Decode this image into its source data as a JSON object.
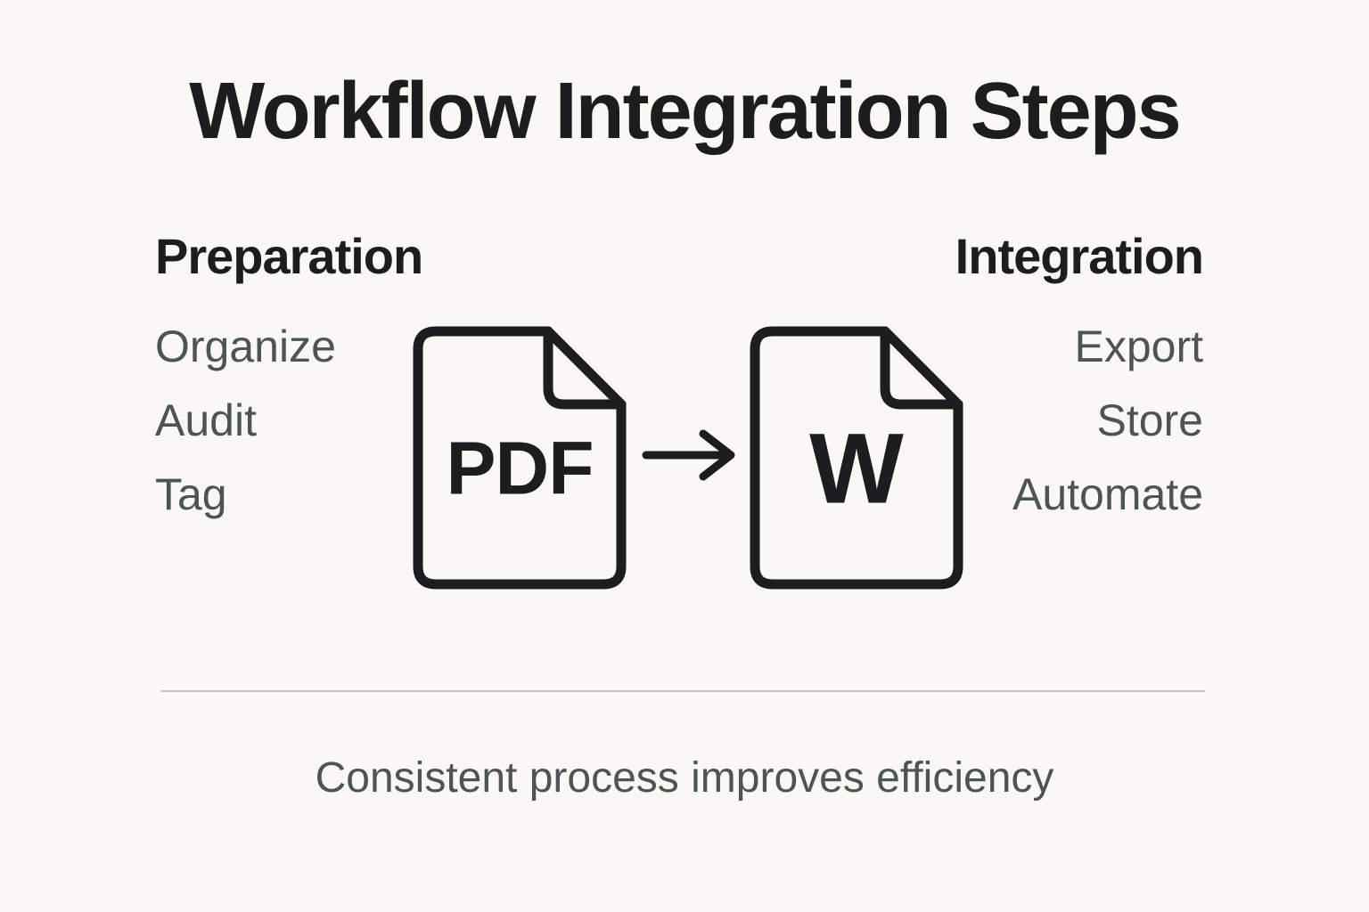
{
  "page": {
    "title": "Workflow Integration Steps",
    "footer_caption": "Consistent process improves efficiency",
    "background_color": "#FAF8F4",
    "ink_color": "#1B1D1E",
    "muted_text_color": "#4E5356",
    "divider_color": "#C7C6C2"
  },
  "preparation_column": {
    "header": "Preparation",
    "items": [
      "Organize",
      "Audit",
      "Tag"
    ]
  },
  "integration_column": {
    "header": "Integration",
    "items": [
      "Export",
      "Store",
      "Automate"
    ]
  },
  "flow": {
    "source_file_label": "PDF",
    "target_file_label": "W"
  }
}
